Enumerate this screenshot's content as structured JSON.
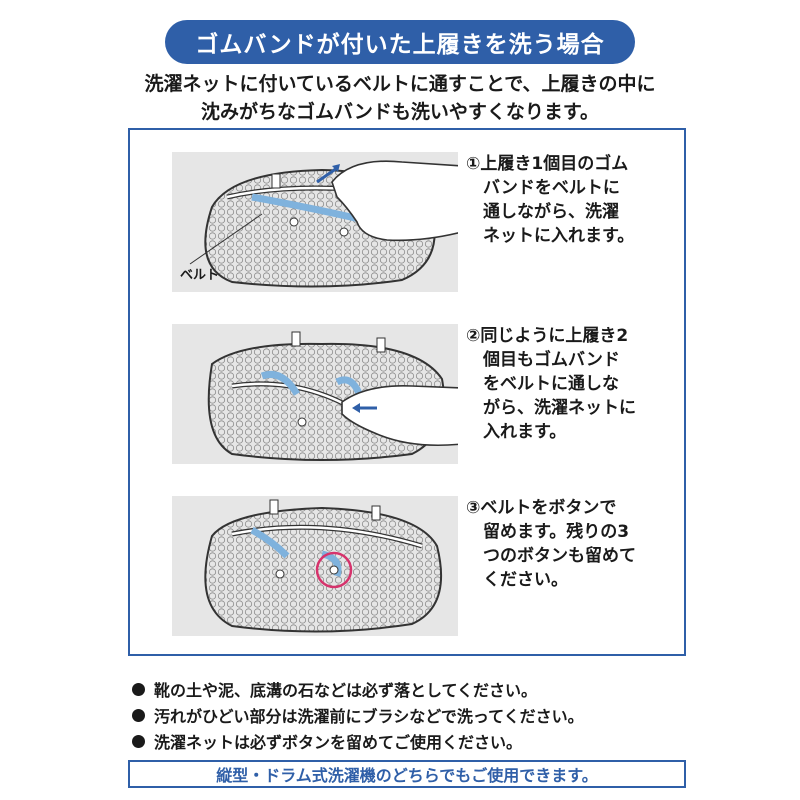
{
  "header": {
    "title": "ゴムバンドが付いた上履きを洗う場合",
    "subtitle_line1": "洗濯ネットに付いているベルトに通すことで、上履きの中に",
    "subtitle_line2": "沈みがちなゴムバンドも洗いやすくなります。"
  },
  "steps": [
    {
      "text": "①上履き1個目のゴム\n　バンドをベルトに\n　通しながら、洗濯\n　ネットに入れます。",
      "callout": "ベルト"
    },
    {
      "text": "②同じように上履き2\n　個目もゴムバンド\n　をベルトに通しな\n　がら、洗濯ネットに\n　入れます。"
    },
    {
      "text": "③ベルトをボタンで\n　留めます。残りの3\n　つのボタンも留めて\n　ください。"
    }
  ],
  "notes": [
    "靴の土や泥、底溝の石などは必ず落としてください。",
    "汚れがひどい部分は洗濯前にブラシなどで洗ってください。",
    "洗濯ネットは必ずボタンを留めてご使用ください。"
  ],
  "footer": "縦型・ドラム式洗濯機のどちらでもご使用できます。",
  "colors": {
    "accent_blue": "#2f5fa8",
    "band_blue": "#7fb2dd",
    "highlight_pink": "#d6336c",
    "illustration_bg": "#e6e6e6"
  },
  "icons": [
    "hand-icon",
    "arrow-icon",
    "laundry-net-icon",
    "button-highlight-icon"
  ]
}
